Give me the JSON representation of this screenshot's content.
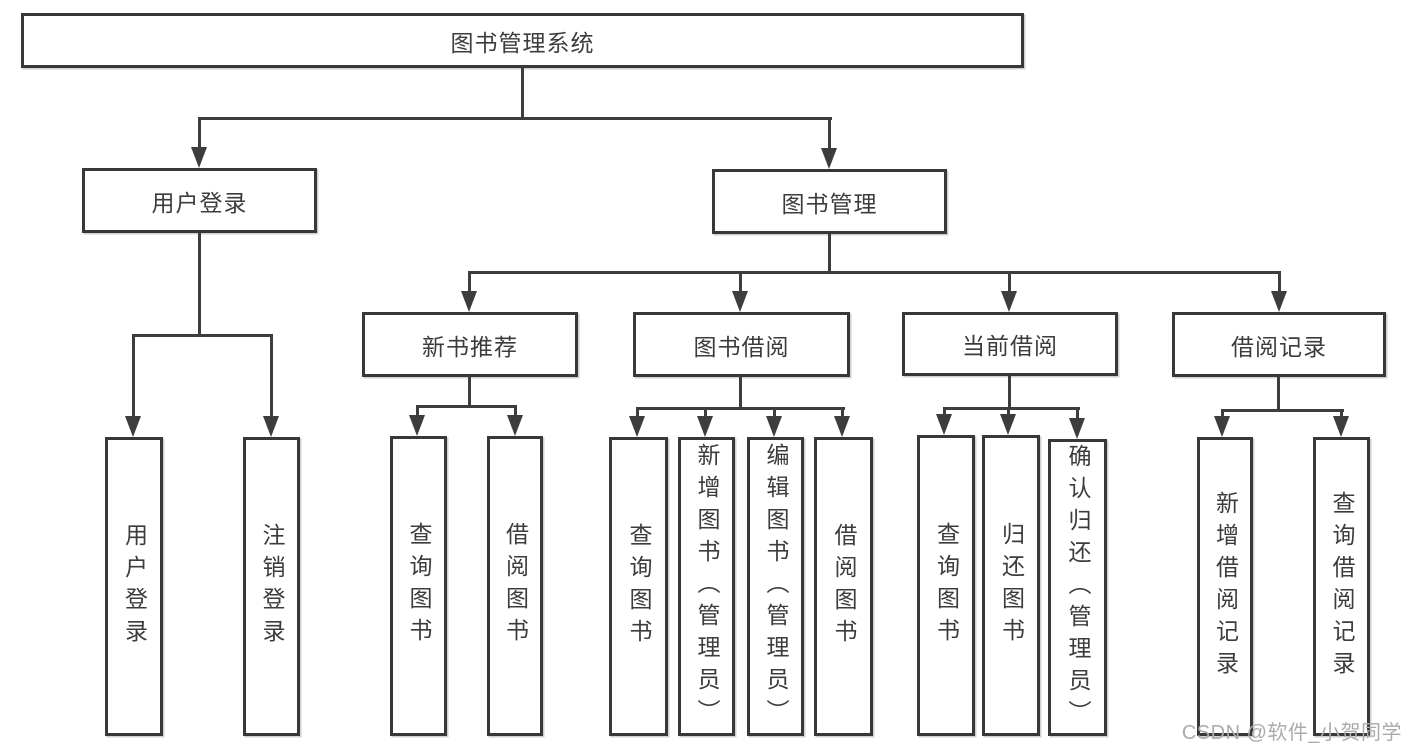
{
  "diagram": {
    "type": "hierarchy-tree",
    "colors": {
      "background": "#ffffff",
      "box_border": "#383838",
      "connector": "#3d3d3d",
      "text": "#3c3c3c",
      "watermark": "#ababab"
    },
    "watermark": "CSDN @软件_小贺同学"
  },
  "nodes": {
    "root": "图书管理系统",
    "user_login": "用户登录",
    "book_mgmt": "图书管理",
    "new_book_rec": "新书推荐",
    "book_borrow": "图书借阅",
    "current_borrow": "当前借阅",
    "borrow_record": "借阅记录",
    "ul_login": "用户登录",
    "ul_logout": "注销登录",
    "nbr_query": "查询图书",
    "nbr_borrow": "借阅图书",
    "bb_query": "查询图书",
    "bb_add": "新增图书（管理员）",
    "bb_edit": "编辑图书（管理员）",
    "bb_borrow": "借阅图书",
    "cb_query": "查询图书",
    "cb_return": "归还图书",
    "cb_confirm": "确认归还（管理员）",
    "br_add": "新增借阅记录",
    "br_query": "查询借阅记录"
  }
}
